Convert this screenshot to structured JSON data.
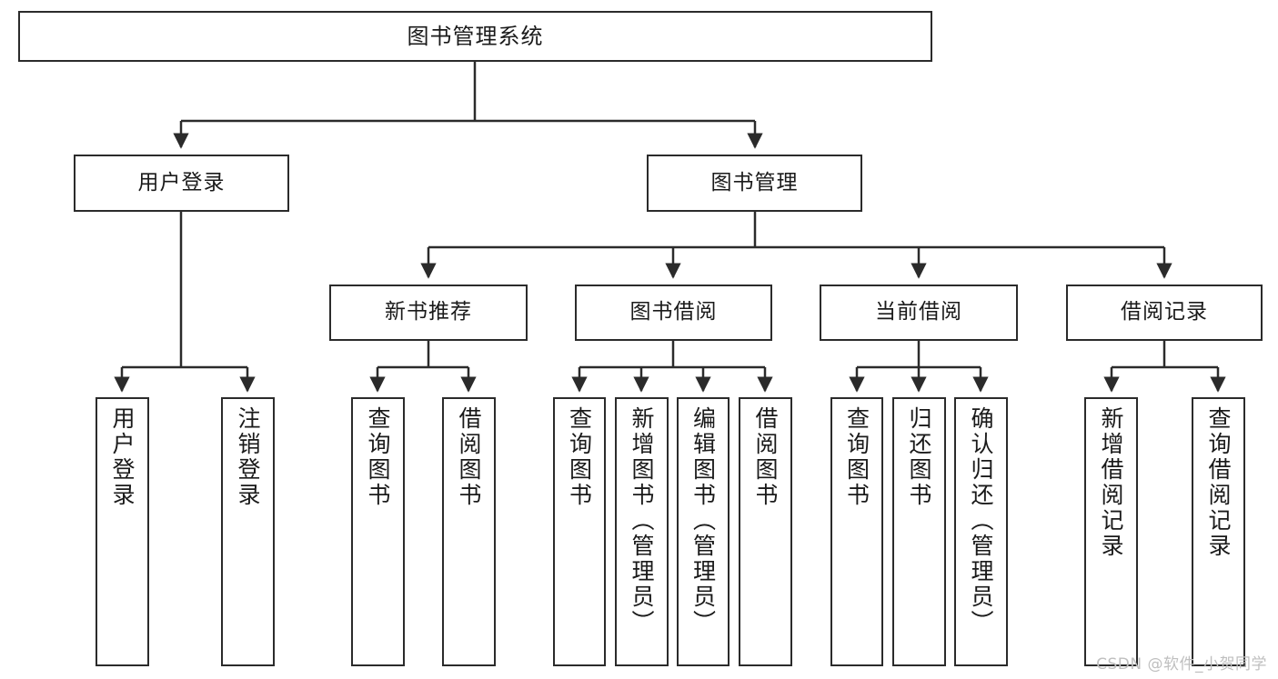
{
  "diagram": {
    "title": "图书管理系统",
    "watermark": "CSDN @软件_小贺同学",
    "stroke_color": "#2b2b2b",
    "text_color": "#1a1a1a",
    "background_color": "#ffffff",
    "watermark_color": "#bfbfbf"
  },
  "nodes": {
    "root": {
      "label": "图书管理系统"
    },
    "level2": [
      {
        "label": "用户登录"
      },
      {
        "label": "图书管理"
      }
    ],
    "level3": [
      {
        "label": "新书推荐"
      },
      {
        "label": "图书借阅"
      },
      {
        "label": "当前借阅"
      },
      {
        "label": "借阅记录"
      }
    ],
    "leaves": {
      "user_login": [
        {
          "label": "用户登录"
        },
        {
          "label": "注销登录"
        }
      ],
      "new_book_recommend": [
        {
          "label": "查询图书"
        },
        {
          "label": "借阅图书"
        }
      ],
      "book_borrow": [
        {
          "label": "查询图书"
        },
        {
          "label": "新增图书（管理员）"
        },
        {
          "label": "编辑图书（管理员）"
        },
        {
          "label": "借阅图书"
        }
      ],
      "current_borrow": [
        {
          "label": "查询图书"
        },
        {
          "label": "归还图书"
        },
        {
          "label": "确认归还（管理员）"
        }
      ],
      "borrow_record": [
        {
          "label": "新增借阅记录"
        },
        {
          "label": "查询借阅记录"
        }
      ]
    }
  }
}
